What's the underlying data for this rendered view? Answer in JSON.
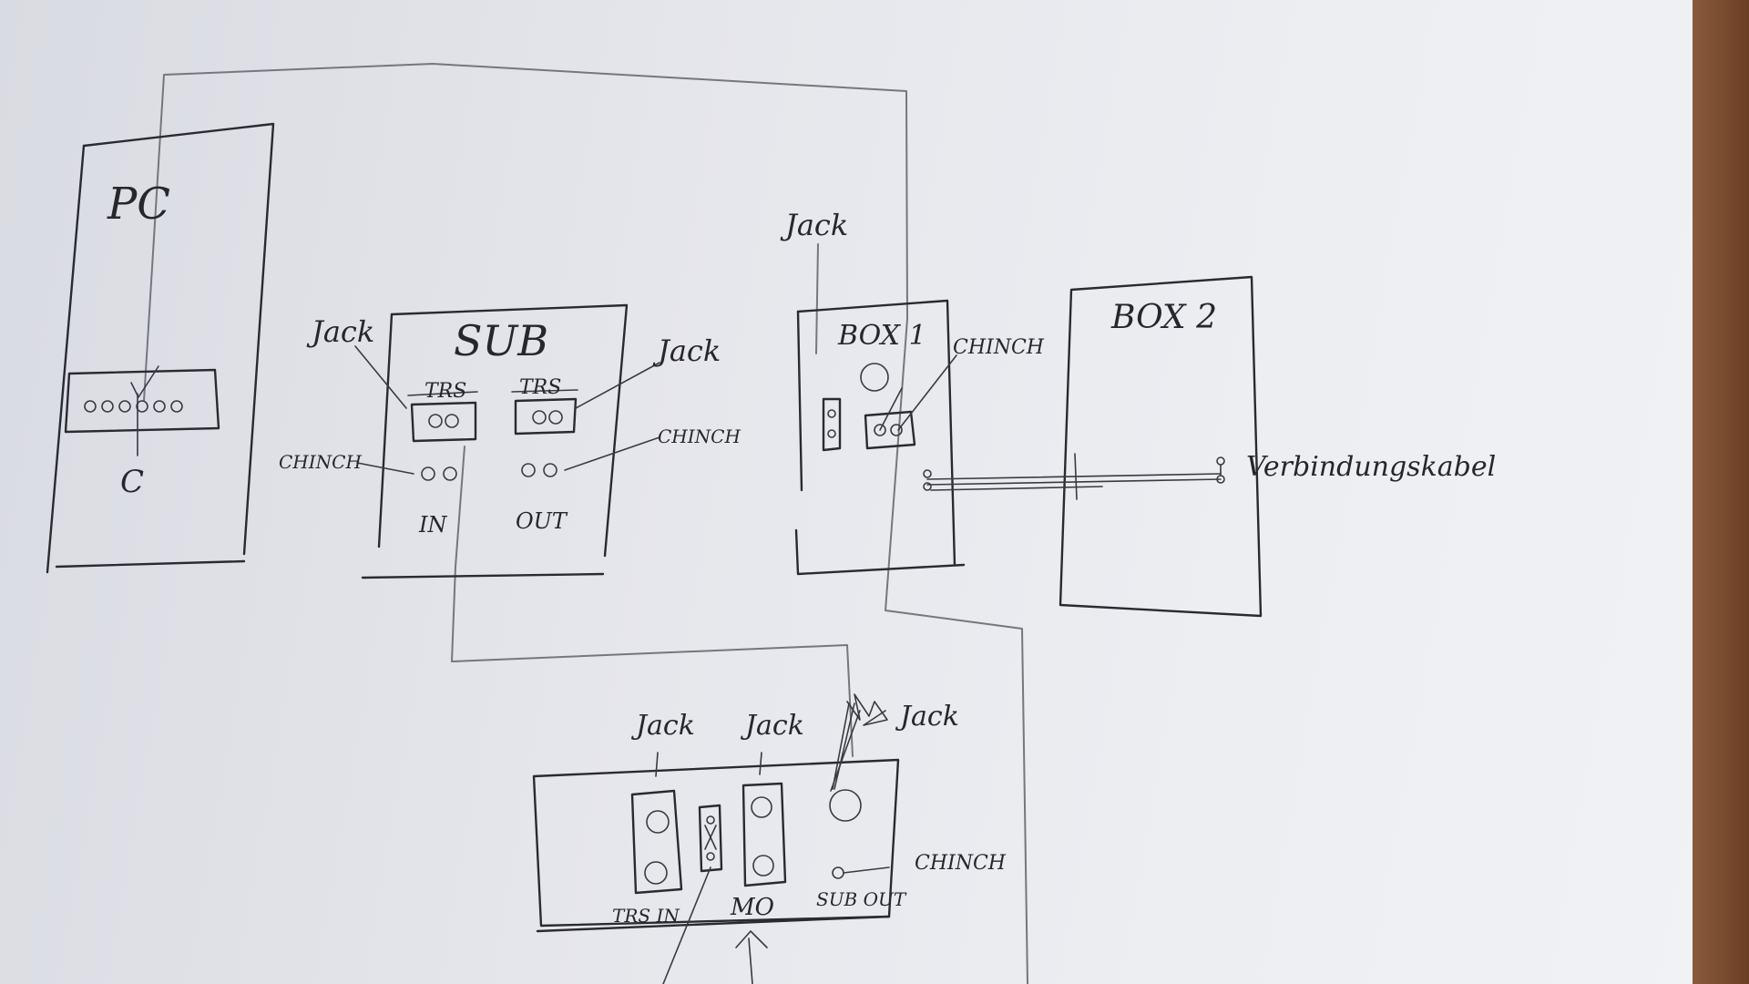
{
  "labels": {
    "pc": "PC",
    "pc_port": "C",
    "sub": "SUB",
    "sub_jack_left": "Jack",
    "sub_jack_right": "Jack",
    "sub_trs_left": "TRS",
    "sub_trs_right": "TRS",
    "sub_chinch_left": "CHINCH",
    "sub_chinch_right": "CHINCH",
    "sub_in": "IN",
    "sub_out": "OUT",
    "box1_jack": "Jack",
    "box1": "BOX 1",
    "box1_chinch": "CHINCH",
    "box2": "BOX 2",
    "cable": "Verbindungskabel",
    "interface_jack_1": "Jack",
    "interface_jack_2": "Jack",
    "interface_jack_3": "Jack",
    "interface_trs_in": "TRS IN",
    "interface_mo": "MO",
    "interface_sub_out": "SUB OUT",
    "interface_chinch": "CHINCH"
  }
}
